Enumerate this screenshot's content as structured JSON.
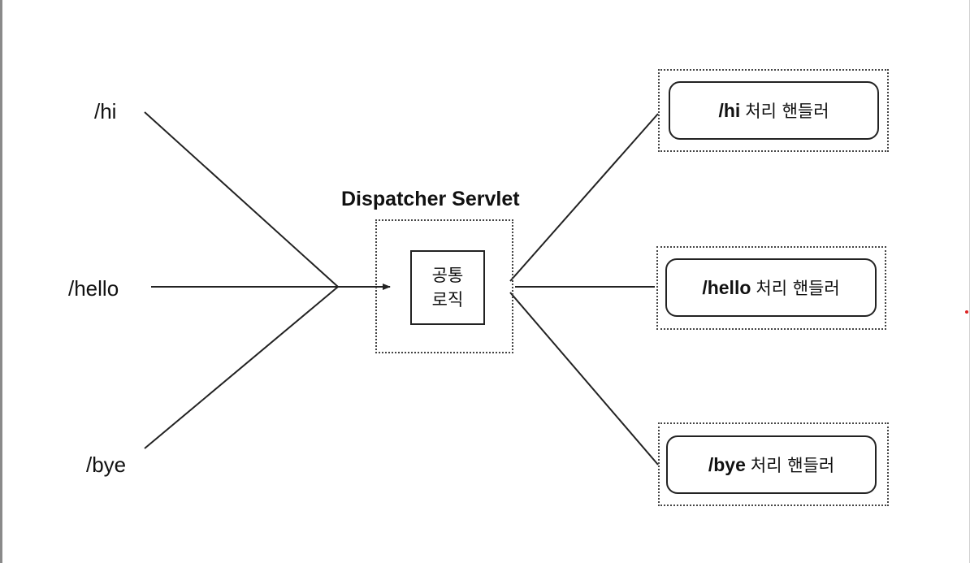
{
  "diagram": {
    "requests": [
      {
        "path": "/hi"
      },
      {
        "path": "/hello"
      },
      {
        "path": "/bye"
      }
    ],
    "dispatcher": {
      "title": "Dispatcher Servlet",
      "inner_label": "공통\n로직"
    },
    "handlers": [
      {
        "path": "/hi",
        "suffix": "처리 핸들러"
      },
      {
        "path": "/hello",
        "suffix": "처리 핸들러"
      },
      {
        "path": "/bye",
        "suffix": "처리 핸들러"
      }
    ]
  },
  "colors": {
    "line": "#222222",
    "dotted_border": "#444444",
    "marker": "#dd2222"
  }
}
